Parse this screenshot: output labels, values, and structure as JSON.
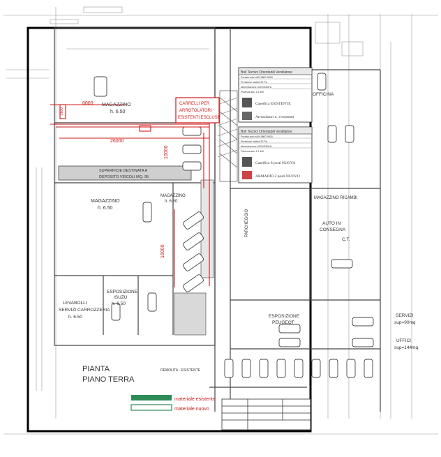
{
  "rooms": {
    "magazzino_top": {
      "name": "MAGAZZINO",
      "height": "h. 6.50"
    },
    "magazzino_mid": {
      "name": "MAGAZZINO",
      "height": "h. 6.50"
    },
    "magazzino_small": {
      "name": "MAGAZZINO",
      "height": "h. 6.50"
    },
    "magazzino_ricambi": {
      "name": "MAGAZZINO RICAMBI"
    },
    "superficie": {
      "line1": "SUPERFICIE DESTINATA A",
      "line2": "DEPOSITO VEICOLI MQ. 95"
    },
    "levabolli": {
      "line1": "LEVABOLLI",
      "line2": "SERVIZI CARROZZERIA",
      "height": "h. 6.50"
    },
    "esposizione_isuzu": {
      "line1": "ESPOSIZIONE",
      "line2": "ISUZU",
      "height": "h. 6.50"
    },
    "esposizione_peugeot": {
      "line1": "ESPOSIZIONE",
      "line2": "PEUGEOT"
    },
    "auto_consegna": {
      "line1": "AUTO IN",
      "line2": "CONSEGNA"
    },
    "officina": {
      "name": "OFFICINA"
    },
    "servizi": {
      "name": "SERVIZI",
      "area": "sup=90mq"
    },
    "uffici": {
      "name": "UFFICI",
      "area": "sup=144mq"
    },
    "ct": {
      "name": "C.T."
    },
    "parcheggio": {
      "name": "PARCHEGGIO"
    }
  },
  "dimensions": {
    "d8000": "8000",
    "d2600": "2600",
    "d26000": "26000",
    "d10000": "10000",
    "d16000": "16000",
    "d_top_mid": "26000"
  },
  "notes": {
    "carrelli": [
      "CARRELLI PER",
      "ARROTOLATORI",
      "ESISTENTI ESCLUSE"
    ],
    "title": [
      "PIANTA",
      "PIANO TERRA"
    ],
    "demolita": "DEMOLITA - ESISTENTE",
    "legend_esistente": "materiale esistente",
    "legend_nuovo": "materiale nuovo"
  },
  "callout_top": {
    "header": "Boli Tecnici Orientabili Ventilatore",
    "rows": [
      "Portata aria m3/h 5800-9000",
      "Pressione statica 30 Pa",
      "Alimentazione 400V/3/50Hz",
      "Potenza ass. 1.1 kW"
    ],
    "item1": "Caseifica ESISTENTE",
    "item2": "Arrotolatori n. 4 esistenti"
  },
  "callout_bottom": {
    "header": "Boli Tecnici Orientabili Ventilatore",
    "rows": [
      "Portata aria m3/h 5800-9000",
      "Pressione statica 30 Pa",
      "Alimentazione 400V/3/50Hz",
      "Potenza ass. 1.1 kW"
    ],
    "item1": "Caseifica 8 posti NUOVA",
    "item2": "ARMADIO 2 posti NUOVO"
  },
  "colors": {
    "frame": "#000000",
    "dimension": "#d01818",
    "linework": "#555555",
    "legend_green": "#2e8b57"
  }
}
